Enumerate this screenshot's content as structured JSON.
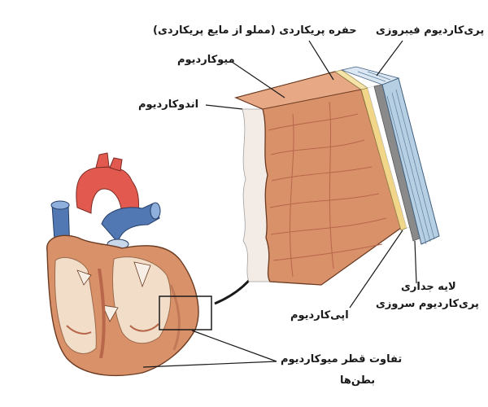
{
  "labels": {
    "fibrous_pericardium": "پری‌کاردیوم فیبروزی",
    "pericardial_cavity": "حفره پریکاردی (مملو از مایع پریکاردی)",
    "myocardium": "میوکاردیوم",
    "endocardium": "اندوکاردیوم",
    "parietal_line1": "لایه جداری",
    "parietal_line2": "پری‌کاردیوم سروزی",
    "epicardium": "اپی‌کاردیوم",
    "ventricle_line1": "تفاوت قطر میوکاردیوم",
    "ventricle_line2": "بطن‌ها"
  },
  "colors": {
    "muscle": "#d9916a",
    "muscle_dark": "#b8674a",
    "inner_lining": "#f3ebe6",
    "fibrous": "#b7cfe2",
    "serous_gray": "#8a8a8a",
    "aorta": "#e25a4f",
    "vein_blue": "#5278b4",
    "chamber": "#f1ddc8"
  }
}
